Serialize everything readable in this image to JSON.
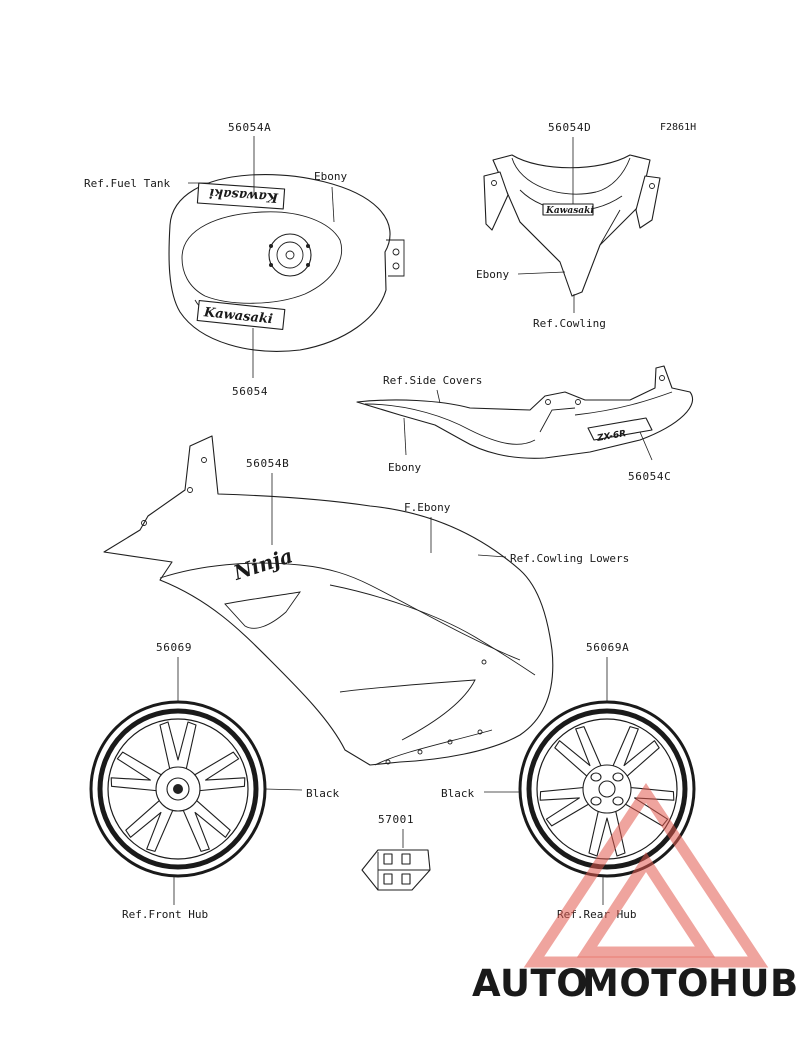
{
  "figure_id": "F2861H",
  "parts": {
    "tank_top": "56054A",
    "tank_side": "56054",
    "cowling_upper": "56054D",
    "side_cover": "56054C",
    "cowling_lower": "56054B",
    "front_wheel": "56069",
    "rear_wheel": "56069A",
    "clip": "57001"
  },
  "labels": {
    "ref_fuel_tank": "Ref.Fuel Tank",
    "ebony_tank": "Ebony",
    "ebony_cowling": "Ebony",
    "ref_cowling": "Ref.Cowling",
    "ref_side_covers": "Ref.Side Covers",
    "ebony_side": "Ebony",
    "f_ebony": "F.Ebony",
    "ref_cowling_lowers": "Ref.Cowling Lowers",
    "black_front": "Black",
    "black_rear": "Black",
    "ref_front_hub": "Ref.Front Hub",
    "ref_rear_hub": "Ref.Rear Hub"
  },
  "decals": {
    "tank_logo": "Kawasaki",
    "cowling_logo": "Kawasaki",
    "lower_logo": "Ninja",
    "side_logo": "ZX-6R"
  },
  "watermark": {
    "part1": "AUTO",
    "part2": "MOTO",
    "part3": "HUB",
    "color_orange": "#f2a53a",
    "color_red": "#e25a4f",
    "color_gray": "#555555"
  }
}
